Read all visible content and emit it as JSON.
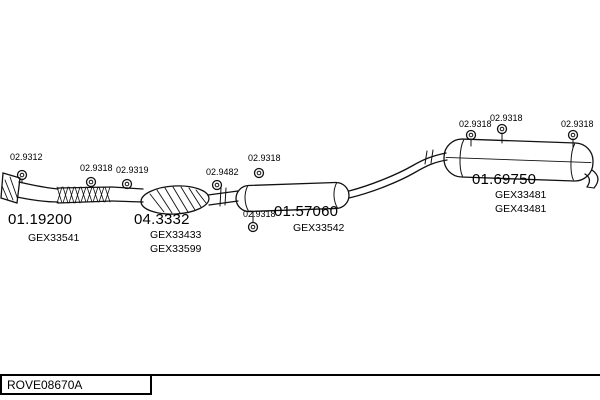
{
  "drawing": {
    "code": "ROVE08670A"
  },
  "parts": [
    {
      "number": "01.19200",
      "refs": [
        "GEX33541"
      ]
    },
    {
      "number": "04.3332",
      "refs": [
        "GEX33433",
        "GEX33599"
      ]
    },
    {
      "number": "01.57060",
      "refs": [
        "GEX33542"
      ]
    },
    {
      "number": "01.69750",
      "refs": [
        "GEX33481",
        "GEX43481"
      ]
    }
  ],
  "mounts": [
    "02.9312",
    "02.9318",
    "02.9319",
    "02.9482",
    "02.9318",
    "02.9318",
    "02.9318",
    "02.9318",
    "02.9318"
  ]
}
